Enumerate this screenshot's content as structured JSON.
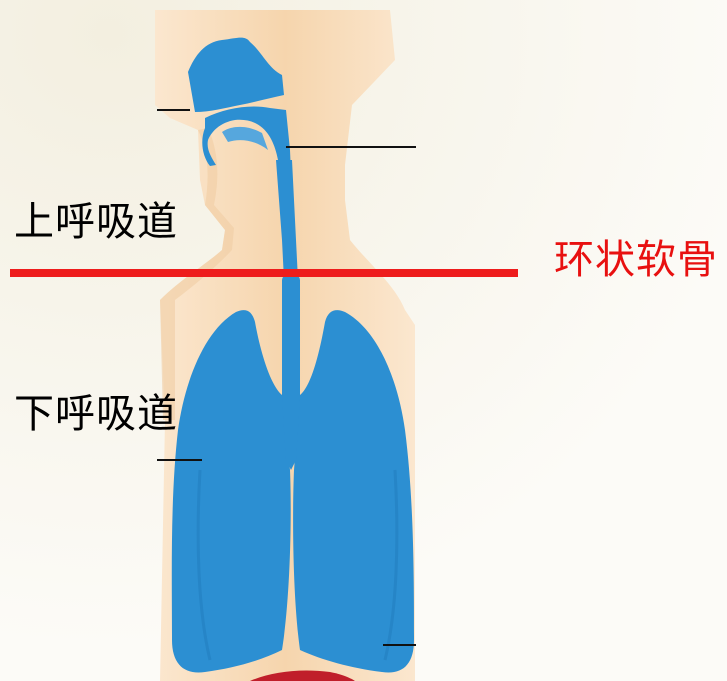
{
  "labels": {
    "upper_airway": "上呼吸道",
    "lower_airway": "下呼吸道",
    "cricoid": "环状软骨"
  },
  "colors": {
    "background": "#fbfaf4",
    "skin": "#f8dcb8",
    "airway_blue": "#2c8fd2",
    "divider_red": "#ee1c1c",
    "cricoid_text": "#e81010",
    "diaphragm": "#c01e2a"
  }
}
